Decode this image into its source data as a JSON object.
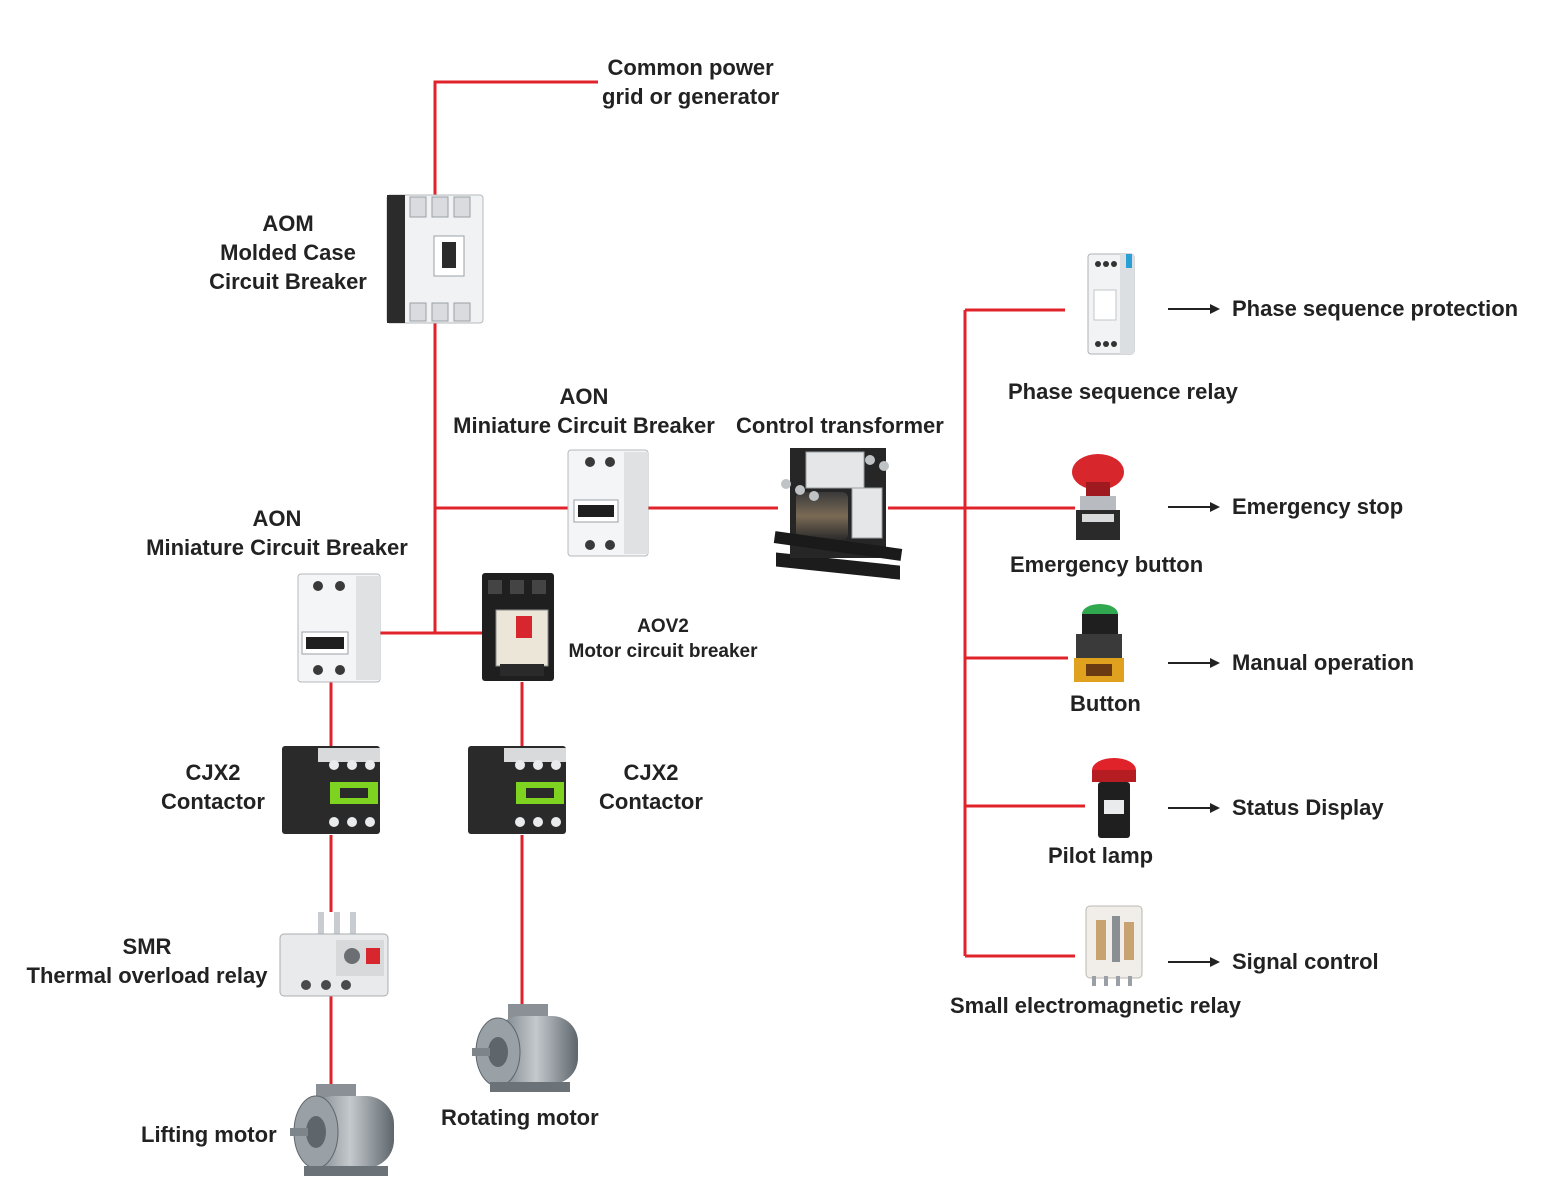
{
  "colors": {
    "wire": "#e0232b",
    "text": "#222222"
  },
  "labels": {
    "power_source": [
      "Common power",
      "grid or generator"
    ],
    "main_breaker": [
      "AOM",
      "Molded Case",
      "Circuit Breaker"
    ],
    "control_mcb": [
      "AON",
      "Miniature Circuit Breaker"
    ],
    "transformer": "Control transformer",
    "lifting_mcb": [
      "AON",
      "Miniature Circuit Breaker"
    ],
    "motor_breaker": [
      "AOV2",
      "Motor circuit breaker"
    ],
    "contactor_left": [
      "CJX2",
      "Contactor"
    ],
    "contactor_right": [
      "CJX2",
      "Contactor"
    ],
    "overload_relay": [
      "SMR",
      "Thermal overload relay"
    ],
    "lifting_motor": "Lifting motor",
    "rotating_motor": "Rotating motor"
  },
  "control_devices": [
    {
      "device": "Phase sequence relay",
      "function": "Phase sequence protection"
    },
    {
      "device": "Emergency button",
      "function": "Emergency stop"
    },
    {
      "device": "Button",
      "function": "Manual operation"
    },
    {
      "device": "Pilot lamp",
      "function": "Status Display"
    },
    {
      "device": "Small electromagnetic relay",
      "function": "Signal control"
    }
  ]
}
